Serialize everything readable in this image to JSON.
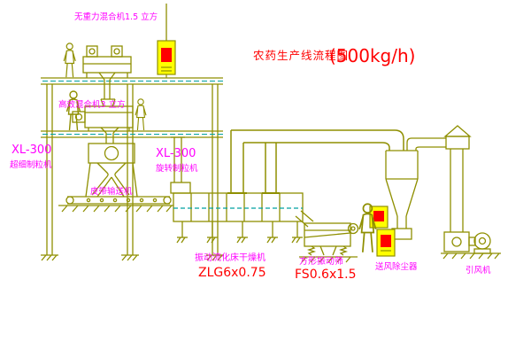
{
  "title": {
    "text": "农药生产线流程图",
    "capacity": "(500kg/h)"
  },
  "equipment_labels": {
    "gravity_mixer": "无重力混合机1.5 立方",
    "high_efficiency_mixer": "高效混合机3 立方",
    "granulator_left": {
      "model": "XL-300",
      "name": "超细制粒机"
    },
    "granulator_center": {
      "model": "XL-300",
      "name": "旋转制粒机"
    },
    "belt_conveyor": "皮带输送机",
    "fluid_bed_dryer": {
      "name": "振动流化床干燥机",
      "model": "ZLG6x0.75"
    },
    "square_vibrating_sieve": {
      "name": "方形振动筛",
      "model": "FS0.6x1.5"
    },
    "dust_collector": "送风除尘器",
    "induced_draft_fan": "引风机"
  },
  "colors": {
    "background": "#ffffff",
    "drawing_line": "#8f8f00",
    "label_magenta": "#ff00ff",
    "model_red": "#ff0000",
    "panel_yellow": "#ffff00",
    "panel_accent_red": "#ff0000",
    "centerline_teal": "#00a0a0"
  }
}
